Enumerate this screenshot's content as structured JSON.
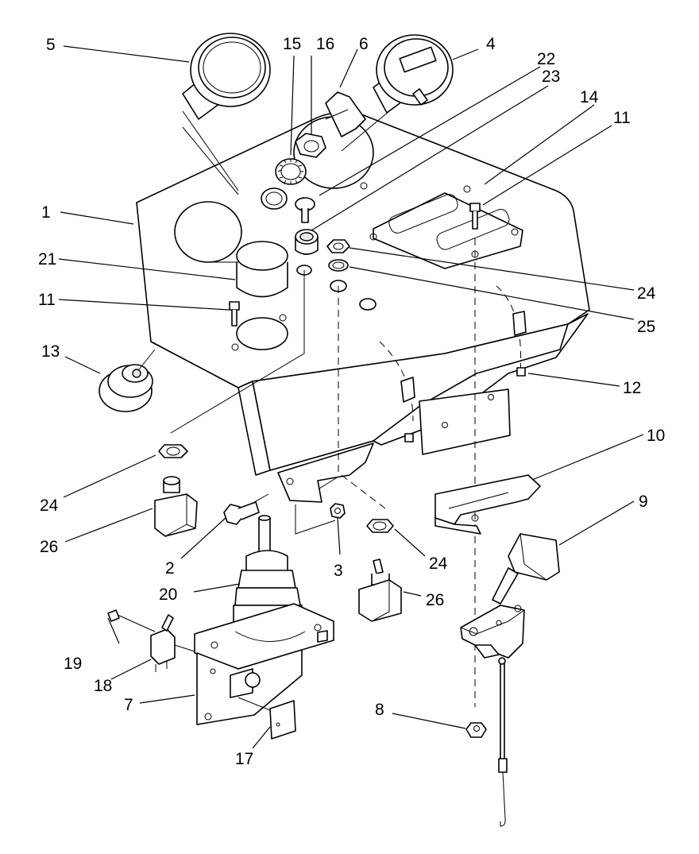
{
  "callouts": [
    {
      "id": "c1",
      "label": "1"
    },
    {
      "id": "c2",
      "label": "2"
    },
    {
      "id": "c3",
      "label": "3"
    },
    {
      "id": "c4",
      "label": "4"
    },
    {
      "id": "c5",
      "label": "5"
    },
    {
      "id": "c6",
      "label": "6"
    },
    {
      "id": "c7",
      "label": "7"
    },
    {
      "id": "c8",
      "label": "8"
    },
    {
      "id": "c9",
      "label": "9"
    },
    {
      "id": "c10",
      "label": "10"
    },
    {
      "id": "c11a",
      "label": "11"
    },
    {
      "id": "c11b",
      "label": "11"
    },
    {
      "id": "c12",
      "label": "12"
    },
    {
      "id": "c13",
      "label": "13"
    },
    {
      "id": "c14",
      "label": "14"
    },
    {
      "id": "c15",
      "label": "15"
    },
    {
      "id": "c16",
      "label": "16"
    },
    {
      "id": "c17",
      "label": "17"
    },
    {
      "id": "c18",
      "label": "18"
    },
    {
      "id": "c19",
      "label": "19"
    },
    {
      "id": "c20",
      "label": "20"
    },
    {
      "id": "c21",
      "label": "21"
    },
    {
      "id": "c22",
      "label": "22"
    },
    {
      "id": "c23",
      "label": "23"
    },
    {
      "id": "c24a",
      "label": "24"
    },
    {
      "id": "c24b",
      "label": "24"
    },
    {
      "id": "c24c",
      "label": "24"
    },
    {
      "id": "c25",
      "label": "25"
    },
    {
      "id": "c26a",
      "label": "26"
    },
    {
      "id": "c26b",
      "label": "26"
    }
  ]
}
